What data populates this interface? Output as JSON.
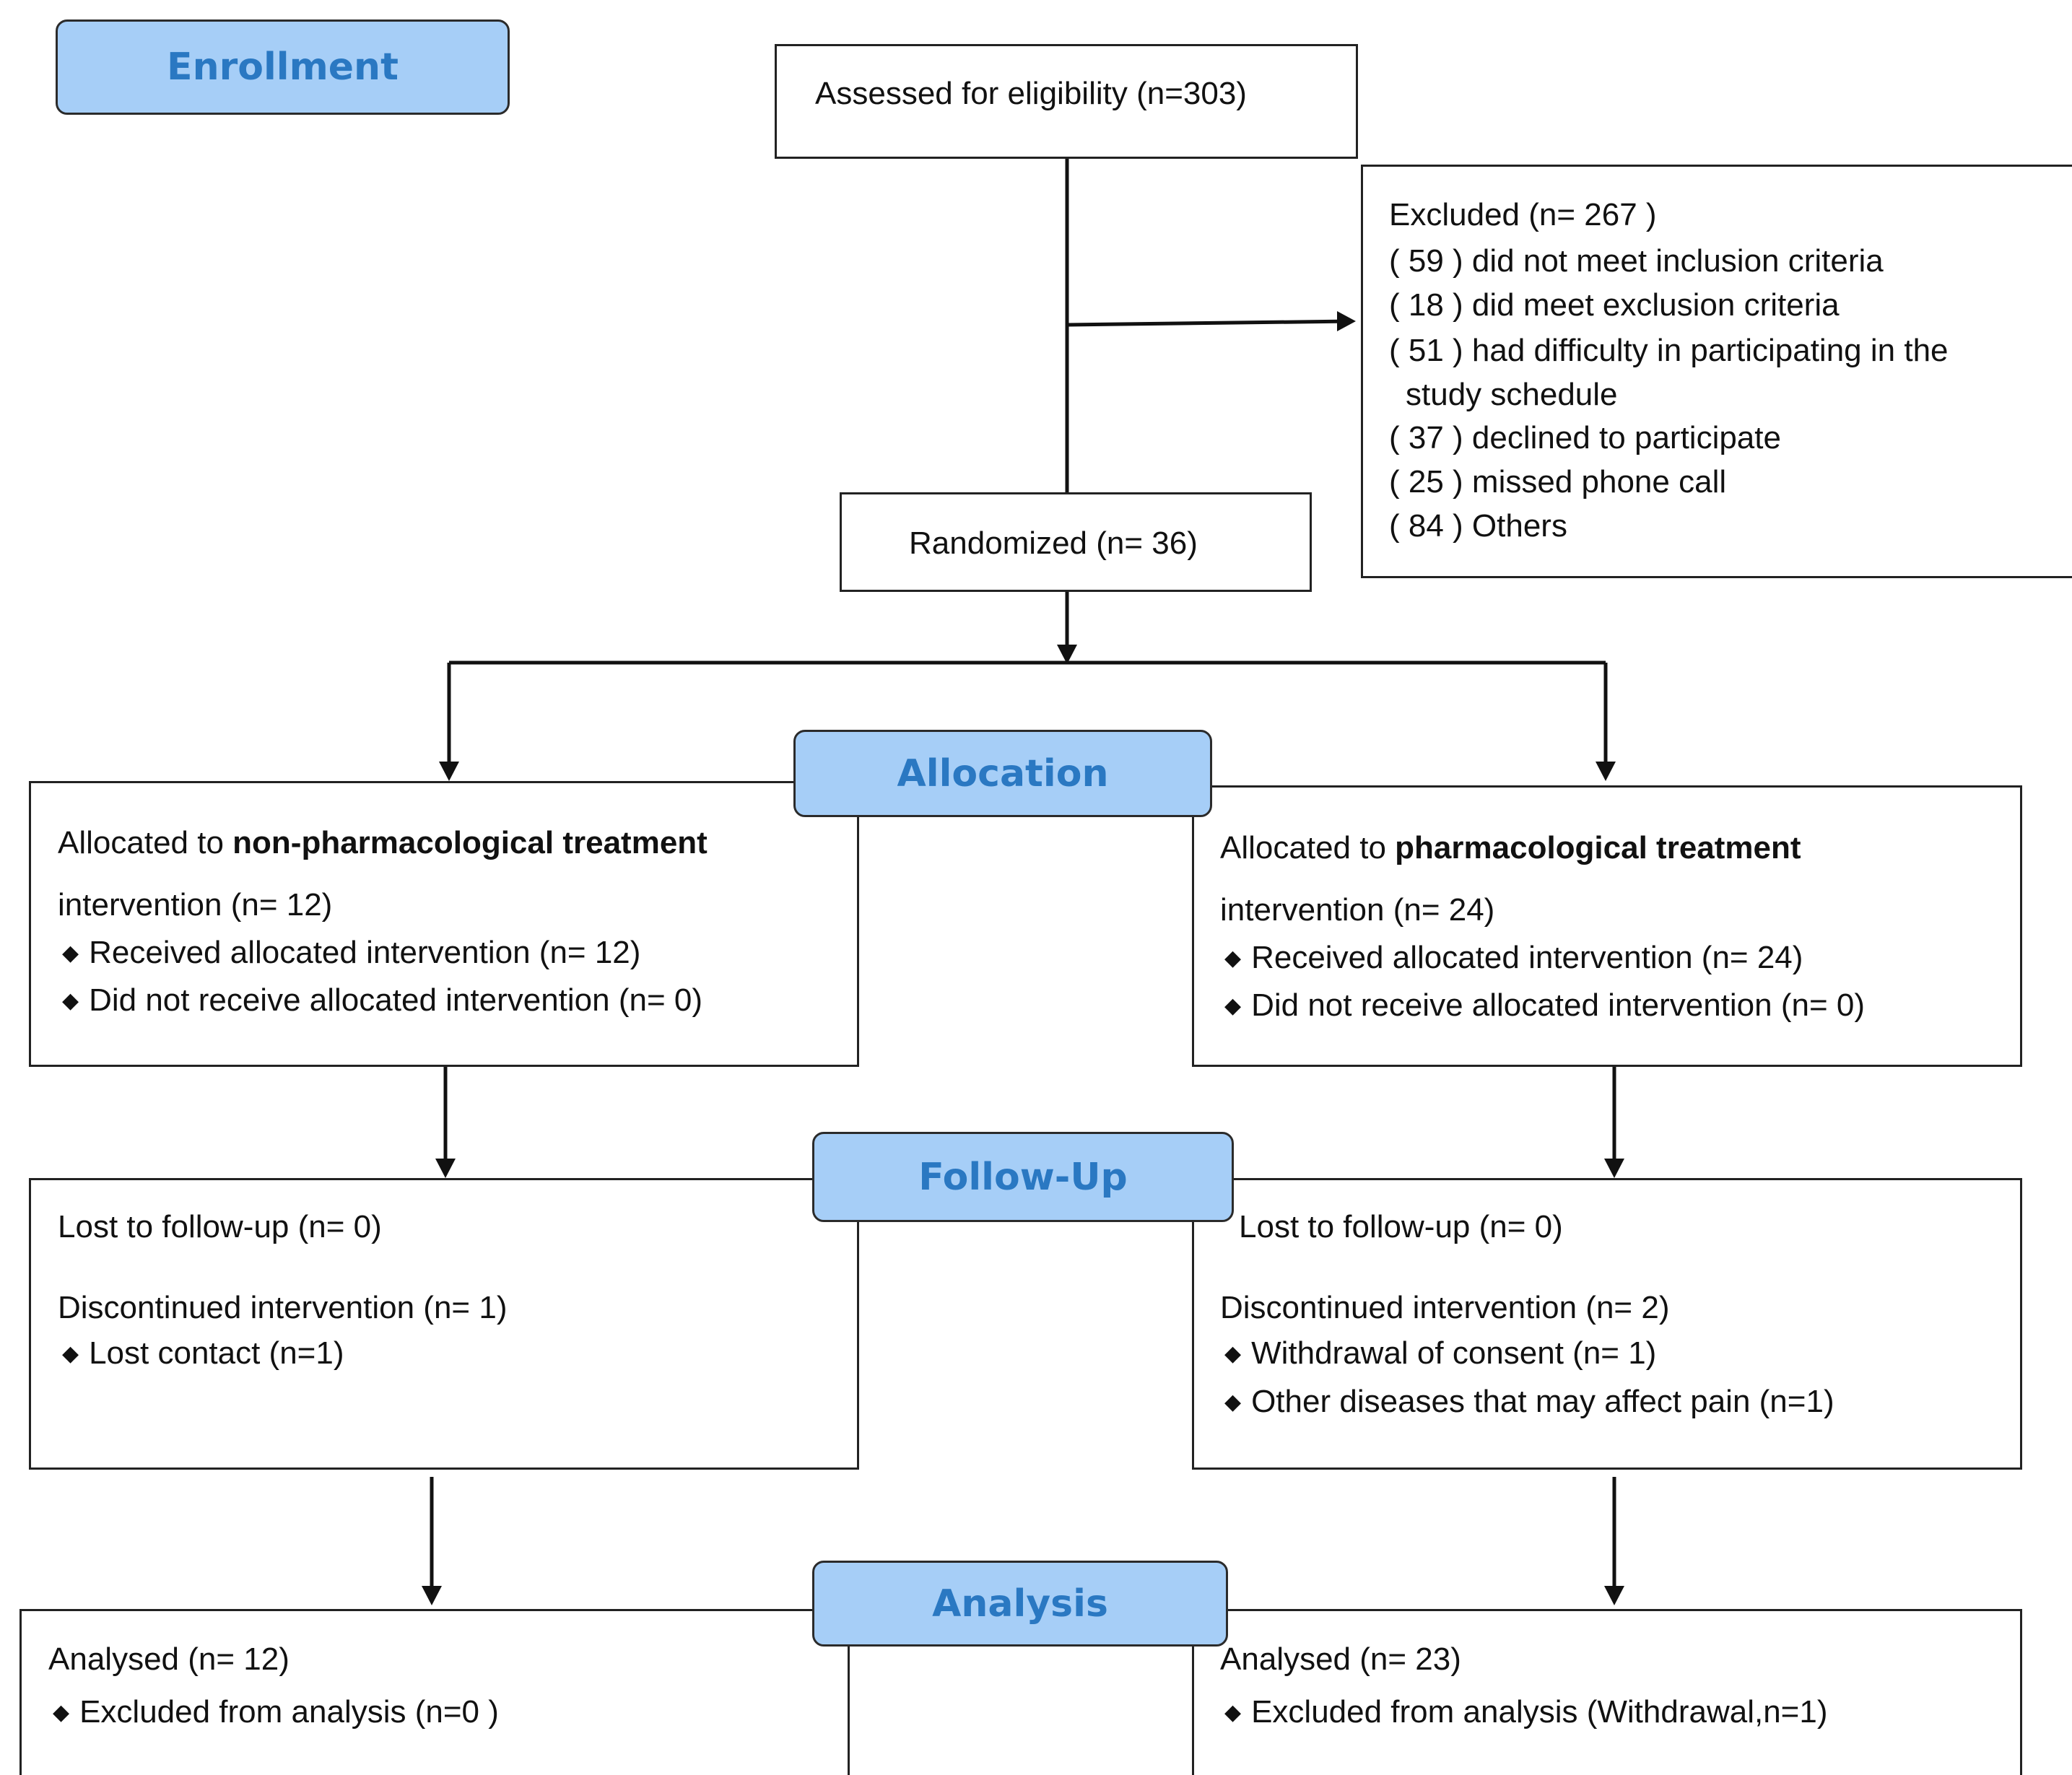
{
  "stages": {
    "enrollment": "Enrollment",
    "allocation": "Allocation",
    "followup": "Follow-Up",
    "analysis": "Analysis"
  },
  "assessed": "Assessed for eligibility (n=303)",
  "excluded": {
    "title": "Excluded  (n= 267 )",
    "reasons": [
      "( 59 ) did not meet inclusion criteria",
      "( 18 ) did meet exclusion criteria",
      "( 51 ) had difficulty in participating in the",
      "study schedule",
      "( 37 ) declined to participate",
      "( 25 ) missed phone call",
      "( 84 ) Others"
    ]
  },
  "randomized": "Randomized (n= 36)",
  "allocation": {
    "left": {
      "prefix": "Allocated to ",
      "treatment": "non-pharmacological treatment",
      "line2": "intervention (n= 12)",
      "bullets": [
        "Received allocated intervention (n= 12)",
        "Did not receive allocated intervention (n= 0)"
      ]
    },
    "right": {
      "prefix": "Allocated to ",
      "treatment": "pharmacological treatment",
      "line2": "intervention (n= 24)",
      "bullets": [
        "Received allocated intervention (n= 24)",
        "Did not receive allocated intervention (n= 0)"
      ]
    }
  },
  "followup": {
    "left": {
      "lost": "Lost to follow-up (n= 0)",
      "discontinued": "Discontinued intervention (n= 1)",
      "bullets": [
        "Lost contact (n=1)"
      ]
    },
    "right": {
      "lost": "Lost to follow-up (n= 0)",
      "discontinued": "Discontinued intervention (n= 2)",
      "bullets": [
        "Withdrawal of consent (n= 1)",
        "Other diseases that may affect pain (n=1)"
      ]
    }
  },
  "analysis": {
    "left": {
      "analysed": "Analysed  (n= 12)",
      "bullets": [
        "Excluded from analysis (n=0 )"
      ]
    },
    "right": {
      "analysed": "Analysed  (n= 23)",
      "bullets": [
        "Excluded from analysis (Withdrawal,n=1)"
      ]
    }
  }
}
